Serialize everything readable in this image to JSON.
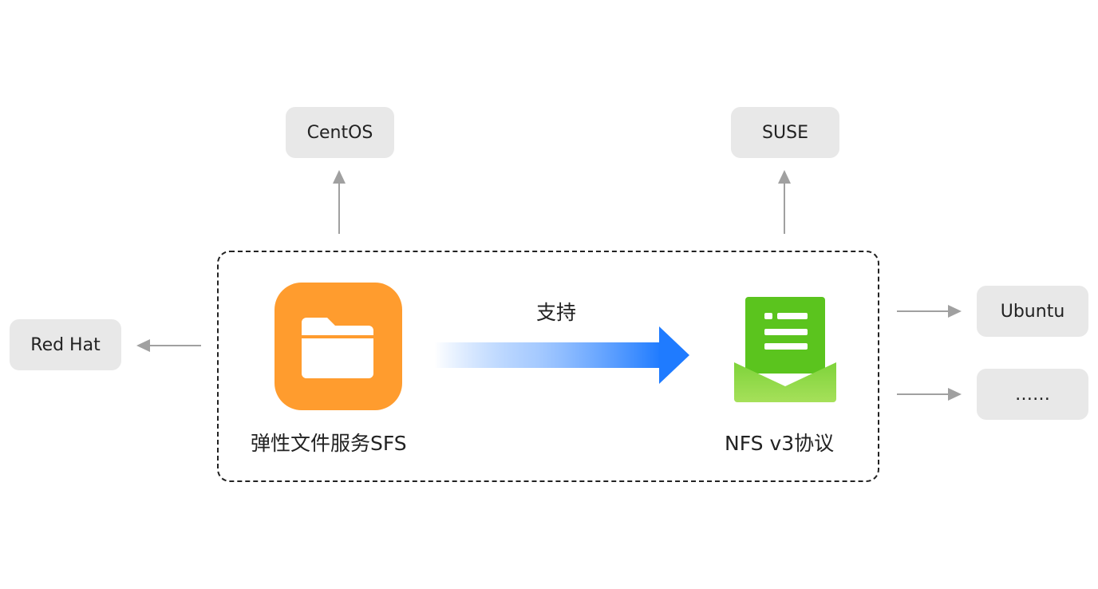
{
  "nodes": {
    "centos": "CentOS",
    "suse": "SUSE",
    "redhat": "Red Hat",
    "ubuntu": "Ubuntu",
    "more": "……"
  },
  "sfs": {
    "label": "弹性文件服务SFS",
    "icon": "folder-icon",
    "color": "#FF9C2E"
  },
  "nfs": {
    "label": "NFS v3协议",
    "icon": "document-envelope-icon",
    "color": "#5BC41E"
  },
  "relation": {
    "label": "支持",
    "color": "#1F7BFF"
  },
  "colors": {
    "node_bg": "#E8E8E8",
    "connector": "#A0A0A0",
    "frame": "#222222"
  }
}
